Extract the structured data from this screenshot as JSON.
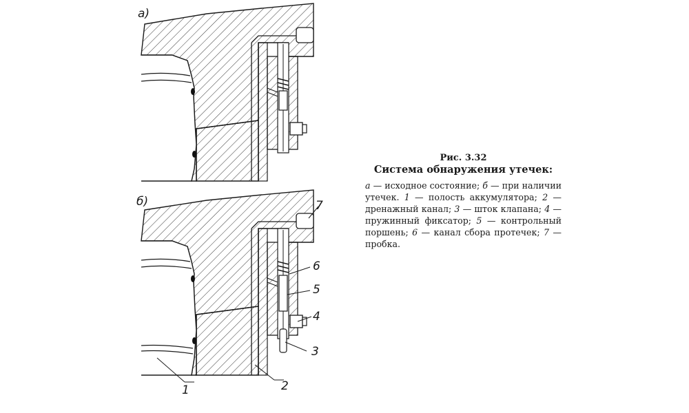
{
  "figure": {
    "views": [
      {
        "id": "a",
        "label": "а)"
      },
      {
        "id": "b",
        "label": "б)"
      }
    ],
    "callouts": [
      "1",
      "2",
      "3",
      "4",
      "5",
      "6",
      "7"
    ]
  },
  "caption": {
    "number": "Рис. 3.32",
    "title": "Система обнаружения утечек:",
    "legend": [
      {
        "key": "а",
        "text": " — исходное состояние; "
      },
      {
        "key": "б",
        "text": " — при наличии утечек. "
      },
      {
        "key": "1",
        "text": " — полость аккумулятора; "
      },
      {
        "key": "2",
        "text": " — дренажный канал; "
      },
      {
        "key": "3",
        "text": " — шток клапана; "
      },
      {
        "key": "4",
        "text": " — пружинный фиксатор; "
      },
      {
        "key": "5",
        "text": " — контрольный поршень; "
      },
      {
        "key": "6",
        "text": " — канал сбора протечек; "
      },
      {
        "key": "7",
        "text": " — пробка."
      }
    ]
  }
}
